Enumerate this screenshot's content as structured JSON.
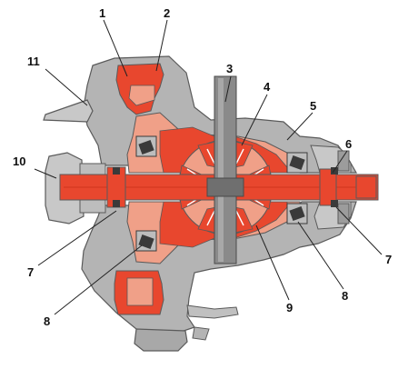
{
  "colors": {
    "housing": "#b4b4b4",
    "housing_light": "#c8c8c8",
    "housing_dark": "#8c8c8c",
    "part_red": "#e8472e",
    "part_salmon": "#f0a088",
    "bearing_dark": "#3a3a3a",
    "bearing_light": "#bdbdbd",
    "outline": "#5a5a5a",
    "shaft_gray": "#8a8a8a"
  },
  "callouts": [
    {
      "id": "c1",
      "text": "1"
    },
    {
      "id": "c2",
      "text": "2"
    },
    {
      "id": "c3",
      "text": "3"
    },
    {
      "id": "c4",
      "text": "4"
    },
    {
      "id": "c5",
      "text": "5"
    },
    {
      "id": "c6",
      "text": "6"
    },
    {
      "id": "c7a",
      "text": "7"
    },
    {
      "id": "c7b",
      "text": "7"
    },
    {
      "id": "c8a",
      "text": "8"
    },
    {
      "id": "c8b",
      "text": "8"
    },
    {
      "id": "c9",
      "text": "9"
    },
    {
      "id": "c10",
      "text": "10"
    },
    {
      "id": "c11",
      "text": "11"
    }
  ]
}
